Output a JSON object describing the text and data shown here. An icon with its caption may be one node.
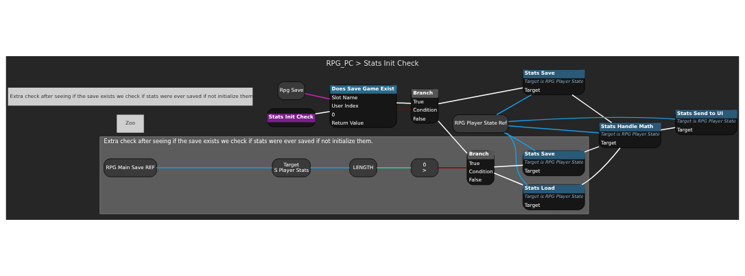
{
  "diagram": {
    "title": "RPG_PC > Stats Init Check",
    "nodes": [
      {
        "text": [
          "Stats Init Check"
        ]
      },
      {
        "text": [
          "Does Save Game Exist",
          "Slot Name",
          "User Index",
          "0",
          "Return Value"
        ]
      },
      {
        "text": [
          "Rpg Save"
        ]
      },
      {
        "text": [
          "Branch",
          "True",
          "Condition",
          "False"
        ]
      },
      {
        "text": [
          "Stats Save",
          "Target is RPG Player State",
          "Target"
        ]
      },
      {
        "text": [
          "Stats Handle Math",
          "Target is RPG Player State",
          "Target"
        ]
      },
      {
        "text": [
          "Stats Send to UI",
          "Target is RPG Player State",
          "Target"
        ]
      },
      {
        "text": [
          "RPG Player State Ref"
        ]
      },
      {
        "text": [
          "Extra check after seeing if the save exists we check if stats were ever saved if not initialize them."
        ]
      },
      {
        "text": [
          "RPG Main Save REF"
        ],
        "in": 8
      },
      {
        "text": [
          "Target",
          "S Player Stats"
        ],
        "in": 8
      },
      {
        "text": [
          "LENGTH"
        ],
        "in": 8
      },
      {
        "text": [
          "0",
          ">"
        ],
        "in": 8
      },
      {
        "text": [
          "Branch",
          "True",
          "Condition",
          "False"
        ],
        "in": 8
      },
      {
        "text": [
          "Stats Load",
          "Target is RPG Player State",
          "Target"
        ],
        "in": 8
      },
      {
        "text": [
          "Stats Save",
          "Target is RPG Player State",
          "Target"
        ],
        "in": 8
      }
    ],
    "edges": [
      {
        "from": 0,
        "to": 1,
        "arrow": "none"
      },
      {
        "from": 2,
        "to": 1,
        "arrow": "none",
        "color": "#e020c0"
      },
      {
        "from": 1,
        "to": 3,
        "arrow": "none",
        "color": "#8b0000"
      },
      {
        "from": 1,
        "to": 3,
        "arrow": "none"
      },
      {
        "from": 3,
        "to": 13,
        "arrow": "none"
      },
      {
        "from": 3,
        "to": 4,
        "arrow": "none"
      },
      {
        "from": 4,
        "to": 5,
        "arrow": "none"
      },
      {
        "from": 5,
        "to": 6,
        "arrow": "none"
      },
      {
        "from": 7,
        "to": 4,
        "arrow": "none",
        "color": "#1a9ce0"
      },
      {
        "from": 7,
        "to": 5,
        "arrow": "none",
        "color": "#1a9ce0"
      },
      {
        "from": 7,
        "to": 6,
        "arrow": "none",
        "color": "#1a9ce0"
      },
      {
        "from": 7,
        "to": 14,
        "arrow": "none",
        "color": "#1a9ce0"
      },
      {
        "from": 7,
        "to": 15,
        "arrow": "none",
        "color": "#1a9ce0"
      },
      {
        "from": 9,
        "to": 10,
        "arrow": "none",
        "color": "#1a9ce0"
      },
      {
        "from": 10,
        "to": 11,
        "arrow": "none",
        "color": "#1a9ce0"
      },
      {
        "from": 11,
        "to": 12,
        "arrow": "none",
        "color": "#30d0a0"
      },
      {
        "from": 12,
        "to": 13,
        "arrow": "none",
        "color": "#8b0000"
      },
      {
        "from": 13,
        "to": 14,
        "arrow": "none"
      },
      {
        "from": 13,
        "to": 15,
        "arrow": "none"
      },
      {
        "from": 14,
        "to": 5,
        "arrow": "none"
      },
      {
        "from": 15,
        "to": 5,
        "arrow": "none"
      }
    ],
    "labels": [
      "Zoo",
      "Extra check after seeing if the save exists we check if stats were ever saved if not initialize them."
    ]
  }
}
